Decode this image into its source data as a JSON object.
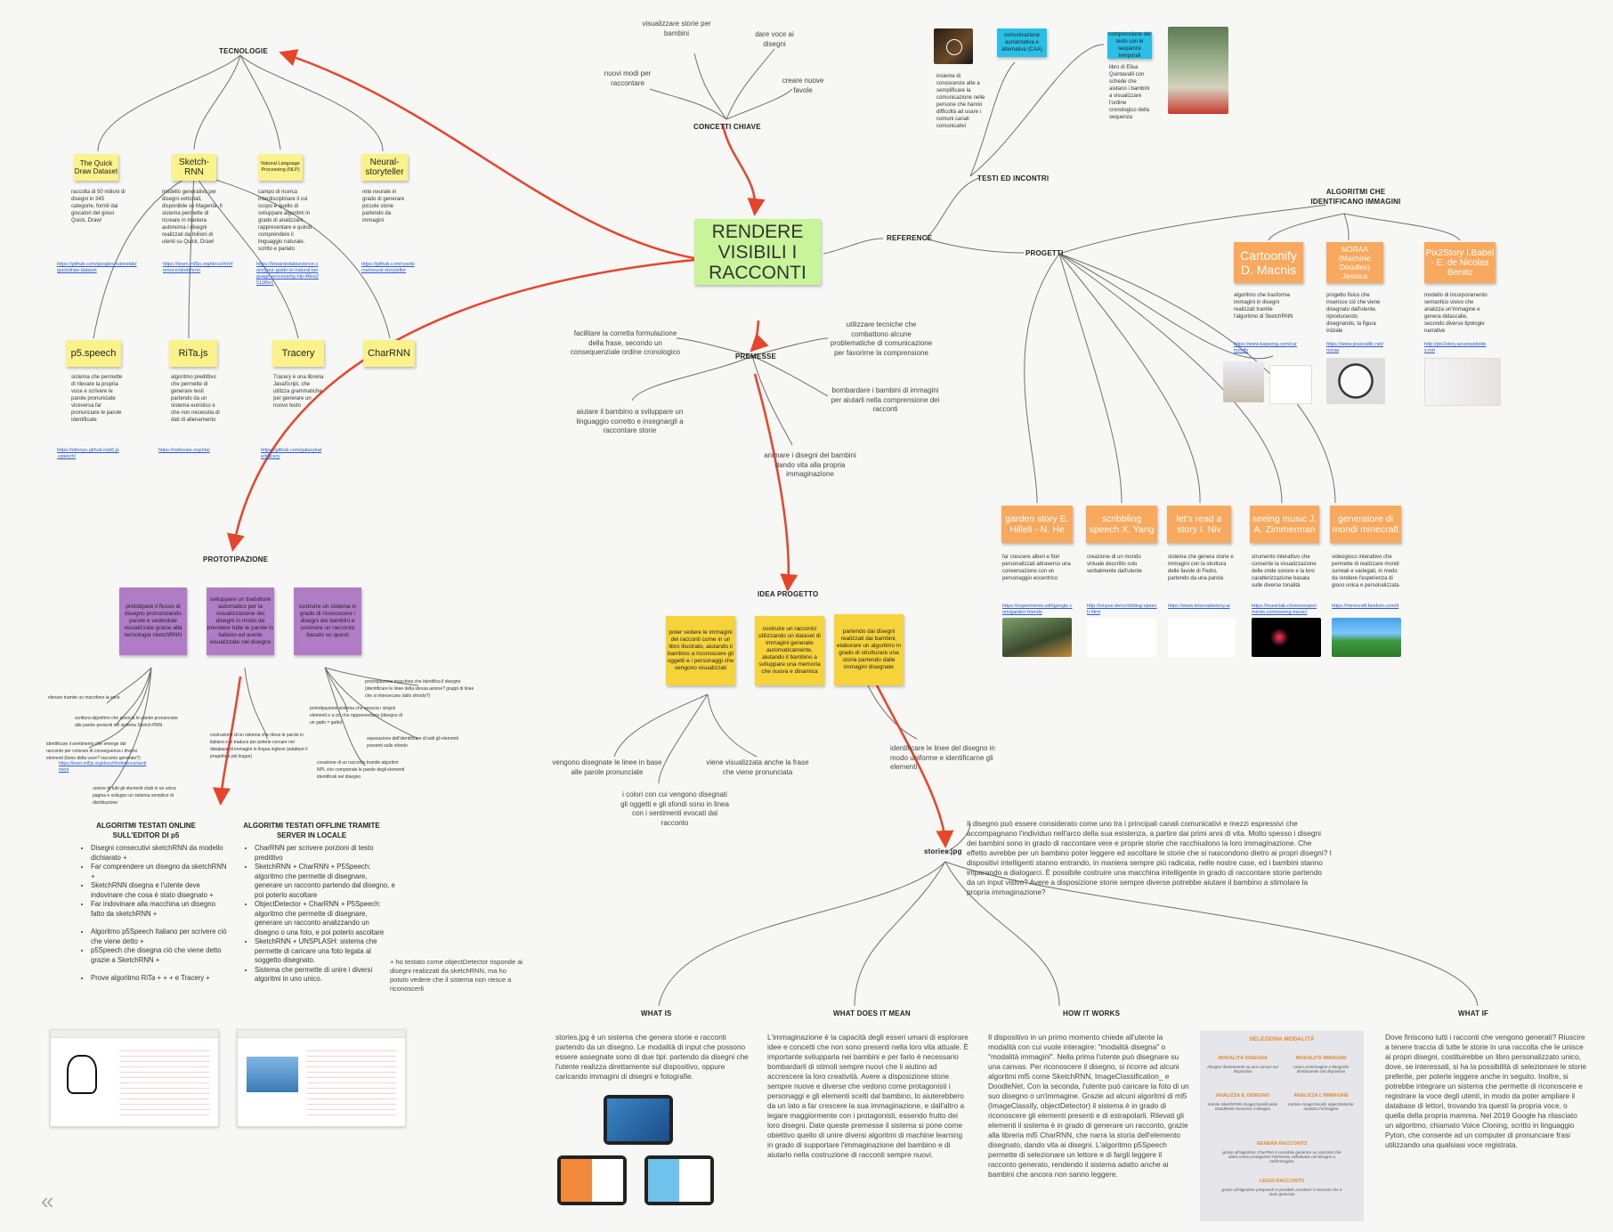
{
  "central": {
    "title": "RENDERE VISIBILI I RACCONTI"
  },
  "concetti": {
    "label": "CONCETTI CHIAVE",
    "items": [
      "visualizzare storie per bambini",
      "dare voce ai disegni",
      "nuovi modi per raccontare",
      "creare nuove favole"
    ]
  },
  "tecnologie": {
    "label": "TECNOLOGIE",
    "row1": [
      {
        "name": "The Quick Draw Dataset",
        "desc": "raccolta di 50 milioni di disegni in 345 categorie, forniti dai giocatori del gioco Quick, Draw!",
        "link": "https://github.com/googlecreativelab/quickdraw-dataset"
      },
      {
        "name": "Sketch-RNN",
        "desc": "modello generativo per disegni vettoriali, disponibile su Magenta. Il sistema permette di ricreare in maniera autonoma i disegni realizzati da milioni di utenti su Quick, Draw!",
        "link": "https://learn.ml5js.org/docs/#/reference/sketchrnn"
      },
      {
        "name": "Natural Language Processing (NLP)",
        "desc": "campo di ricerca interdisciplinare il cui scopo è quello di sviluppare algoritmi in grado di analizzare, rappresentare e quindi comprendere il linguaggio naturale, scritto e parlato",
        "link": "https://towardsdatascience.com/your-guide-to-natural-language-processing-nlp-48ea2511f6e1"
      },
      {
        "name": "Neural-storyteller",
        "desc": "rete neurale in grado di generare piccole storie partendo da immagini",
        "link": "https://github.com/ryankiros/neural-storyteller"
      }
    ],
    "row2": [
      {
        "name": "p5.speech",
        "desc": "sistema che permette di rilevare la propria voce e scrivere le parole pronunciate viceversa far pronunciare le parole identificate",
        "link": "https://idmnyu.github.io/p5.js-speech/"
      },
      {
        "name": "RiTa.js",
        "desc": "algoritmo predittivo che permette di generare testi partendo da un sistema euristico e che non necessita di dati di allenamento",
        "link": "https://rednoise.org/rita/"
      },
      {
        "name": "Tracery",
        "desc": "Tracery è una libreria JavaScript, che utilizza grammatiche per generare un nuovo testo",
        "link": "https://github.com/galaxykate/tracery"
      },
      {
        "name": "CharRNN",
        "desc": "",
        "link": ""
      }
    ]
  },
  "premesse": {
    "label": "PREMESSE",
    "items": [
      "facilitare la corretta formulazione della frase, secondo un consequenziale ordine cronologico",
      "utilizzare tecniche che combattono alcune problematiche di comunicazione per favorirne la comprensione",
      "aiutare il bambino a sviluppare un linguaggio corretto e insegnargli a raccontare storie",
      "bombardare i bambini di immagini per aiutarli nella comprensione dei racconti",
      "animare i disegni dei bambini dando vita alla propria immaginazione"
    ]
  },
  "reference": {
    "label": "REFERENCE",
    "testi": "TESTI ED INCONTRI",
    "progetti": "PROGETTI"
  },
  "testi_items": [
    {
      "sticky": "comunicazione aumentativa e alternativa (CAA)",
      "desc": "insieme di conoscenze atte a semplificare la comunicazione nelle persone che hanno difficoltà ad usare i comuni canali comunicativi"
    },
    {
      "sticky": "comprensione del testo con le sequenze temporali",
      "desc": "libro di Elisa Quintavalli con schede che aiutano i bambini a visualizzare l'ordine cronologico della sequenza"
    }
  ],
  "algoritmi": {
    "label": "ALGORITMI CHE IDENTIFICANO IMMAGINI",
    "items": [
      {
        "name": "Cartoonify D. Macnis",
        "desc": "algoritmo che trasforma immagini in disegni realizzati tramite l'algoritmo di SketchRNN",
        "link": "https://www.kapwing.com/cartoonify"
      },
      {
        "name": "NORAA (Machinic Doodles) Jessica",
        "desc": "progetto fisico che inserisce ciò che viene disegnato dall'utente, riproducendo disegnando, la figura iniziale",
        "link": "https://www.jessicallin.net/noraa"
      },
      {
        "name": "Pix2Story I.Babel - E. de Nicolas Benito",
        "desc": "modello di incorporamento semantico visivo che analizza un'immagine e genera didascalie, secondo diverse tipologie narrative",
        "link": "http://pix2story.azurewebsites.net"
      }
    ]
  },
  "progetti": [
    {
      "name": "garden story E. Hilleli - N. He",
      "desc": "far crescere alberi e fiori personalizzati attraverso una conversazione con un personaggio eccentrico",
      "link": "https://experiments.withgoogle.com/garden-friends"
    },
    {
      "name": "scribbling speech X. Yang",
      "desc": "creazione di un mondo virtuale descritto solo verbalmente dall'utente",
      "link": "http://xinyue.de/scribbling-speech.html"
    },
    {
      "name": "let's read a story I. Niv",
      "desc": "sistema che genera storie e immagini con la struttura delle favole di Fedro, partendo da una parola",
      "link": "https://www.letsreadastory.ai"
    },
    {
      "name": "seeing music J. A. Zimmerman",
      "desc": "strumento interattivo che consente la visualizzazione delle onde sonore e la loro caratterizzazione basata sulle diverse tonalità",
      "link": "https://musiclab.chromeexperiments.com/seeing-music/"
    },
    {
      "name": "generatore di mondi minecraft",
      "desc": "videogioco interattivo che permette di realizzare mondi surreali e variegati, in modo da rendere l'esperienza di gioco unica e personalizzata",
      "link": "https://minecraft.fandom.com/it"
    }
  ],
  "prototipazione": {
    "label": "PROTOTIPAZIONE",
    "stickies": [
      "prototipare il flusso di disegno pronunciando parole e vederdole visualizzate grazie alla tecnologia sketchRNN",
      "sviluppare un traduttore automatico per la visualizzazione dei disegni in modo da prendere tutte le parole in italiano ed averle visualizzate nel disegno",
      "costruire un sistema in grado di riconoscere i disegni dei bambini e costruire un racconto basato su questi"
    ],
    "notes": [
      "rilevare tramite un microfono la voce",
      "scrittura algoritmo che associa le parole pronunciate alle parole presenti nel sistema Sketch-RNN",
      "identificare il sentimento che emerge dal racconto per colorare di conseguenza i diversi elementi (bono della voce? racconto generale?)",
      "https://learn.ml5js.org/docs/#/reference/sentiment",
      "unione di tutti gli elementi citati in un unica pagina e sviluppo un sistema semplice di distribuzione",
      "costruzione di un sistema che rileva le parole in italiano e le traduce per poterle cercare nel database di immagini in lingua inglese (adattare il progetto a più lingue)",
      "prototipazione macchina che identifica il disegno (identificare le linee della stessa azione? gruppi di linee che si intersecano dallo sfondo?)",
      "prototipazione sistema che associa i singoli elementi e a ciò che rappresentano (disegno di un gatto = gatto)",
      "separazione dell'identificare di tutti gli elementi presenti sullo sfondo",
      "creazione di un racconto tramite algoritmi NPL che comprende le parole degli elementi identificati nel disegno"
    ]
  },
  "idea": {
    "label": "IDEA PROGETTO",
    "stickies": [
      "poter vedere le immagini dei racconti come in un libro illustrato, aiutando il bambino a riconoscere gli oggetti e i personaggi che vengono visualizzati",
      "costruire un racconto utilizzando un dataset di immagini generate automaticamente, aiutando il bambino a sviluppare una memoria che nuova e dinamica",
      "partendo dai disegni realizzati dai bambini, elaborare un algoritmo in grado di strutturare una storia partendo dalle immagini disegnate"
    ],
    "items": [
      "vengono disegnate le linee in base alle parole pronunciate",
      "viene visualizzata anche la frase che viene pronunciata",
      "i colori con cui vengono disegnati gli oggetti e gli sfondi sono in linea con i sentimenti evocati dal racconto",
      "identificare le linee del disegno in modo uniforme e identificarne gli elementi"
    ]
  },
  "algo_online": {
    "title": "ALGORITMI TESTATI ONLINE SULL'EDITOR DI p5",
    "items": [
      "Disegni consecutivi sketchRNN da modello dichiarato +",
      "Far comprendere un disegno da sketchRNN +",
      "SketchRNN disegna e l'utente deve indovinare che cosa è stato disegnato +",
      "Far indovinare alla macchina un disegno fatto da sketchRNN +",
      "Algoritmo p5Speech Italiano per scrivere ciò che viene detto +",
      "p5Speech che disegna ciò che viene detto grazie a SketchRNN +",
      "Prove algoritmo RiTa + + + e Tracery +"
    ]
  },
  "algo_offline": {
    "title": "ALGORITMI TESTATI OFFLINE TRAMITE SERVER IN LOCALE",
    "items": [
      "CharRNN per scrivere porzioni di testo predittivo",
      "SketchRNN + CharRNN + P5Speech: algoritmo che permette di disegnare, generare un racconto partendo dal disegno, e poi poterlo ascoltare",
      "ObjectDetector + CharRNN + P5Speech: algoritmo che permette di disegnare, generare un racconto analizzando un disegno o una foto, e poi poterlo ascoltare",
      "SketchRNN + UNSPLASH: sistema che permette di caricare una foto legata al soggetto disegnato.",
      "Sistema che permette di unire i diversi algoritmi in uno unico."
    ],
    "aside": "+ ho testato come objectDetector risponde ai disegni realizzati da sketchRNN, ma ho potuto vedere che il sistema non riesce a riconoscerli"
  },
  "stories": {
    "label": "stories.jpg",
    "intro": "Il disegno può essere considerato come uno tra i principali canali comunicativi e mezzi espressivi che accompagnano l'individuo nell'arco della sua esistenza, a partire dai primi anni di vita. Molto spesso i disegni dei bambini sono in grado di raccontare vere e proprie storie che racchiudono la loro immaginazione. Che effetto avrebbe per un bambino poter leggere ed ascoltare le storie che si nascondono dietro ai propri disegni? I dispositivi intelligenti stanno entrando, in maniera sempre più radicata, nelle nostre case, ed i bambini stanno imparando a dialogarci. È possibile costruire una macchina intelligente in grado di raccontare storie partendo da un input visivo? Avere a disposizione storie sempre diverse potrebbe aiutare il bambino a stimolare la propria immaginazione?",
    "sections": [
      {
        "title": "WHAT IS",
        "text": "stories.jpg è un sistema che genera storie e racconti partendo da un disegno. Le modalità di input che possono essere assegnate sono di due tipi: partendo da disegni che l'utente realizza direttamente sul dispositivo, oppure caricando immagini di disegni e fotografie."
      },
      {
        "title": "WHAT DOES IT MEAN",
        "text": "L'immaginazione è la capacità degli esseri umani di esplorare idee e concetti che non sono presenti nella loro vita attuale. È importante svilupparla nei bambini e per farlo è necessario bombardarli di stimoli sempre nuovi che li aiutino ad accrescere la loro creatività. Avere a disposizione storie sempre nuove e diverse che vedono come protagonisti i personaggi e gli elementi scelti dal bambino, lo aiuterebbero da un lato a far crescere la sua immaginazione, e dall'altro a legare maggiormente con i protagonisti, essendo frutto dei loro disegni. Date queste premesse il sistema si pone come obiettivo quello di unire diversi algoritmi di machine learning in grado di supportare l'immaginazione del bambino e di aiutarlo nella costruzione di racconti sempre nuovi."
      },
      {
        "title": "HOW IT WORKS",
        "text": "Il dispositivo in un primo momento chiede all'utente la modalità con cui vuole interagire: \"modalità disegna\" o \"modalità immagini\". Nella prima l'utente può disegnare su una canvas. Per riconoscere il disegno, si ricorre ad alcuni algoritmi ml5 come SketchRNN, ImageClassification_ e DoodleNet. Con la seconda, l'utente può caricare la foto di un suo disegno o un'immagine. Grazie ad alcuni algoritmi di ml5 (ImageClassify, objectDetector) il sistema è in grado di riconoscere gli elementi presenti e di estrapolarli. Rilevati gli elementi il sistema è in grado di generare un racconto, grazie alla libreria ml5 CharRNN, che narra la storia dell'elemento disegnato, dando vita ai disegni. L'algoritmo p5Speech permette di selezionare un lettore e di fargli leggere il racconto generato, rendendo il sistema adatto anche ai bambini che ancora non sanno leggere."
      },
      {
        "title": "WHAT IF",
        "text": "Dove finiscono tutti i racconti che vengono generati? Riuscire a tenere traccia di tutte le storie in una raccolta che le unisce ai propri disegni, costituirebbe un libro personalizzato unico, dove, se interessati, si ha la possibilità di selezionare le storie preferite, per poterle leggere anche in seguito. Inoltre, si potrebbe integrare un sistema che permette di riconoscere e registrare la voce degli utenti, in modo da poter ampliare il database di lettori, trovando tra questi la propria voce, o quella della propria mamma. Nel 2019 Google ha rilasciato un algoritmo, chiamato Voice Cloning, scritto in linguaggio Pyton, che consente ad un computer di pronunciare frasi utilizzando una qualsiasi voce registrata."
      }
    ]
  },
  "flow": {
    "title": "SELEZIONA MODALITÀ",
    "a": "MODALITÀ DISEGNA",
    "b": "MODALITÀ IMMAGINI",
    "a_desc": "disegno direttamente su una canvas sul dispositivo",
    "b_desc": "carico un'immagine o fotografia direttamente dal dispositivo",
    "c": "ANALIZZA IL DISEGNO",
    "d": "ANALIZZA L'IMMAGINE",
    "c_desc": "tramite SketchRNN ImageClassification DoodleNet riconosce il disegno",
    "d_desc": "tramite ImageClassify objectDetector analizzo l'immagine",
    "e": "GENERA RACCONTO",
    "e_desc": "grazie all'algoritmo CharRNN è possibile generare un racconto che abbia come protagonisti l'elemento individuato nel disegno o nell'immagine",
    "f": "LEGGI RACCONTO",
    "f_desc": "grazie all'algoritmo p5Speech è possibile ascoltare il racconto che è stato generato"
  },
  "colors": {
    "arrow": "#e8442a",
    "line": "#6b6b6b",
    "sticky_yellow": "#fbf28b",
    "sticky_orange": "#f8a95d",
    "sticky_purple": "#b07cc6",
    "sticky_green": "#c9f59a",
    "sticky_cyan": "#29bfe6"
  },
  "nav": {
    "back_icon": "«"
  }
}
